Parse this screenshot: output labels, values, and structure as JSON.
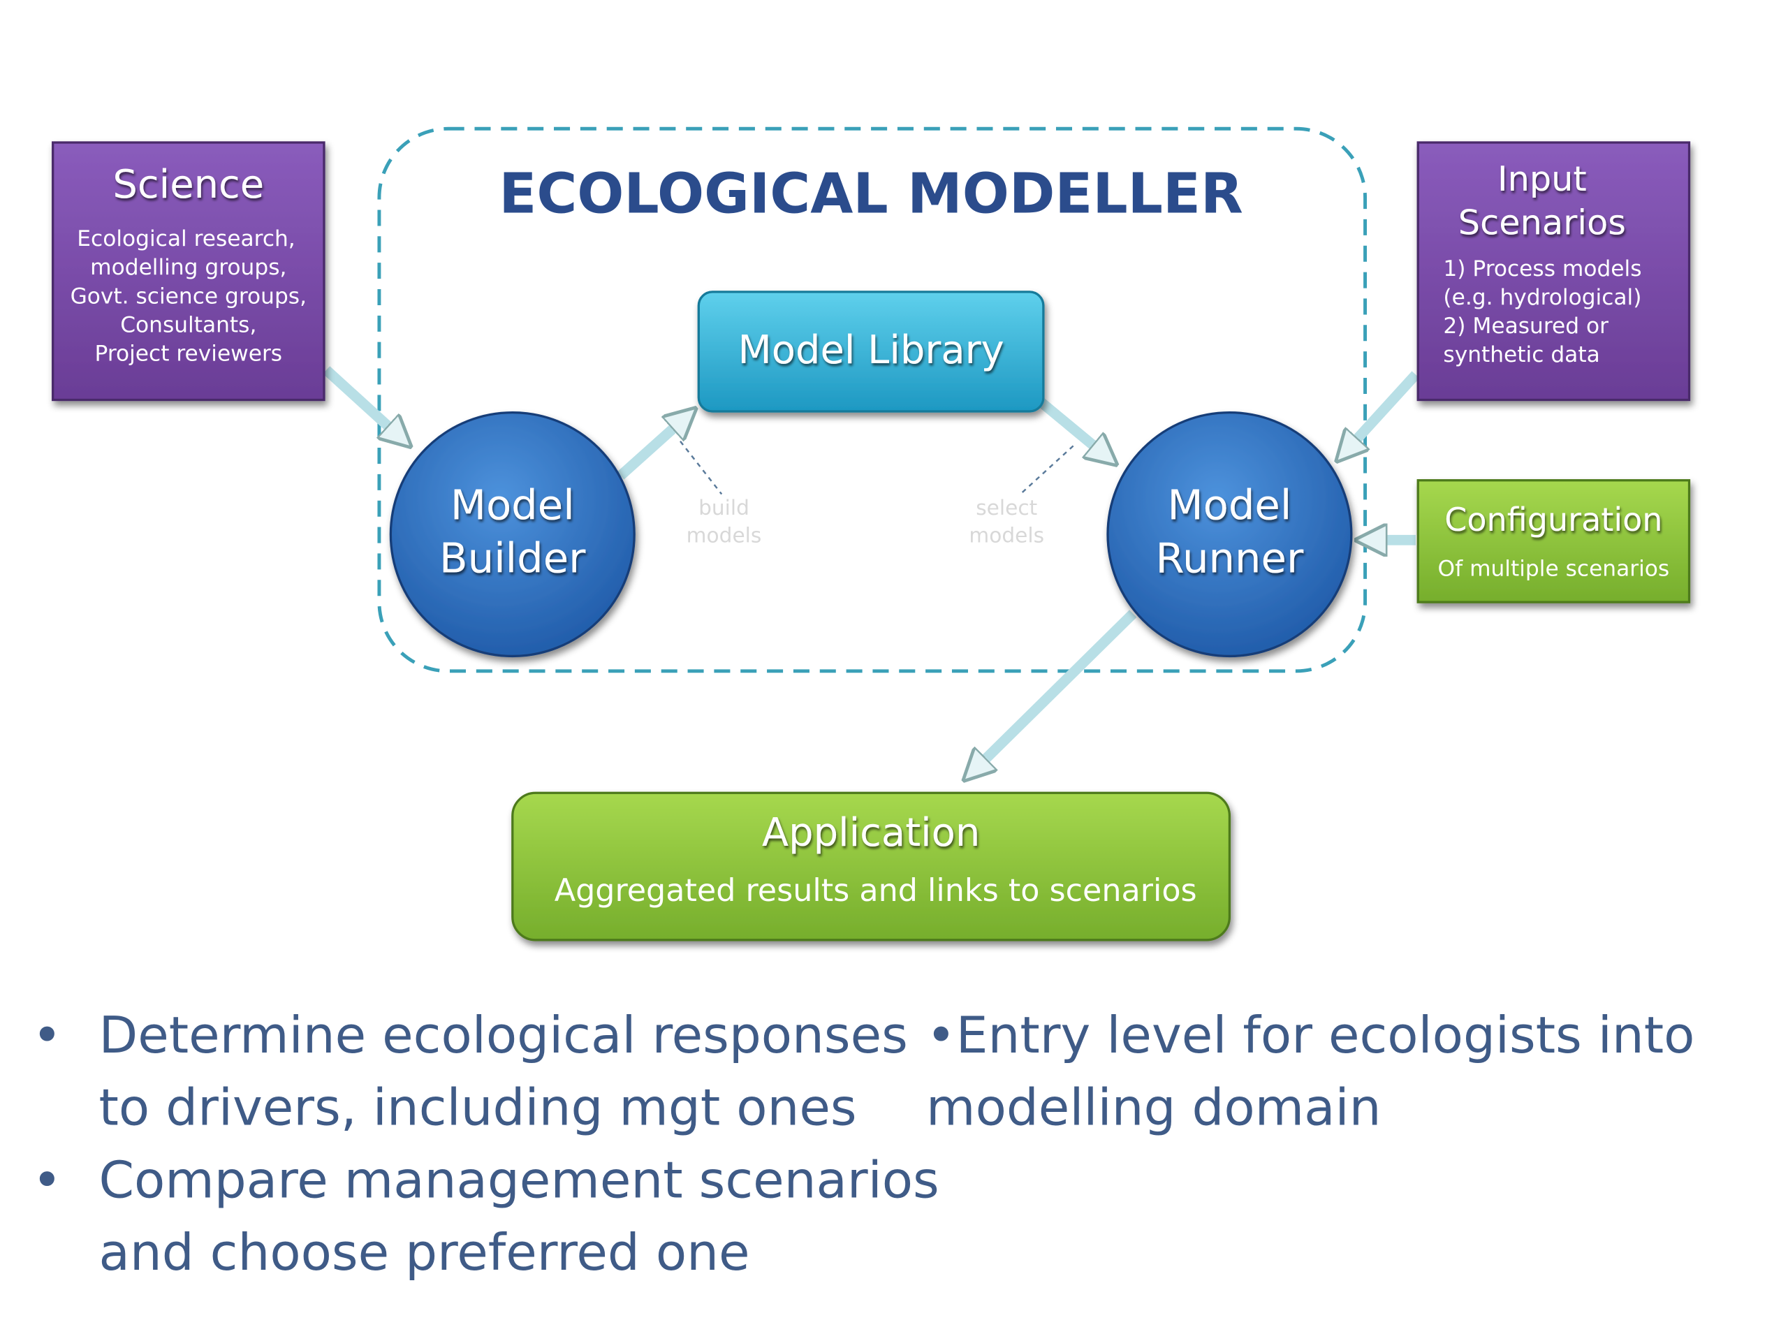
{
  "title": "ECOLOGICAL MODELLER",
  "science": {
    "heading": "Science",
    "lines": [
      "Ecological research,",
      "modelling groups,",
      "Govt. science groups,",
      "Consultants,",
      "Project reviewers"
    ]
  },
  "input_scenarios": {
    "heading_lines": [
      "Input",
      "Scenarios"
    ],
    "lines": [
      "1) Process models",
      "(e.g. hydrological)",
      "2) Measured or",
      "synthetic data"
    ]
  },
  "configuration": {
    "heading": "Configuration",
    "sub": "Of multiple scenarios"
  },
  "model_library": "Model Library",
  "model_builder": [
    "Model",
    "Builder"
  ],
  "model_runner": [
    "Model",
    "Runner"
  ],
  "build_label": [
    "build",
    "models"
  ],
  "select_label": [
    "select",
    "models"
  ],
  "application": {
    "heading": "Application",
    "sub": "Aggregated results and links to scenarios"
  },
  "bullets_left": [
    {
      "bullet": "•",
      "lines": [
        "Determine ecological responses",
        "to drivers, including mgt ones"
      ]
    },
    {
      "bullet": "•",
      "lines": [
        "Compare management scenarios",
        "and choose preferred one"
      ]
    }
  ],
  "bullets_right": {
    "lines": [
      "•Entry level for ecologists into",
      "modelling domain"
    ]
  },
  "colors": {
    "purple": "#7b4aa8",
    "cyan": "#2fb0d4",
    "blue": "#2f6fc0",
    "green": "#8cc43a",
    "title": "#2b4c8c",
    "dash": "#3aa0b8"
  }
}
